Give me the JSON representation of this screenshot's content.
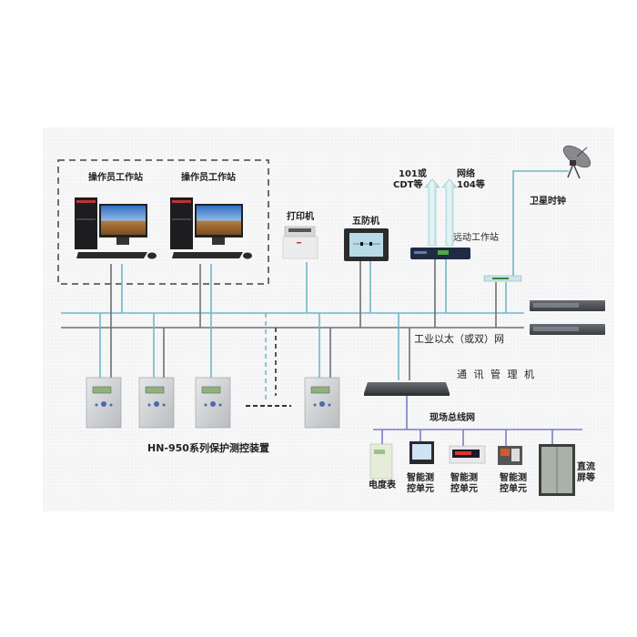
{
  "colors": {
    "ethernet_cyan": "#6fb8c6",
    "ethernet_gray": "#707070",
    "fieldbus_blue": "#7a7fc0",
    "background": "#f7f7f8"
  },
  "operator_group": {
    "stations": [
      {
        "label": "操作员工作站"
      },
      {
        "label": "操作员工作站"
      }
    ]
  },
  "printer": {
    "label": "打印机"
  },
  "five_prevention": {
    "label": "五防机"
  },
  "remote_station": {
    "label": "远动工作站",
    "uplinks": [
      {
        "label_line1": "101或",
        "label_line2": "CDT等"
      },
      {
        "label_line1": "网络",
        "label_line2": "104等"
      }
    ]
  },
  "satellite_clock": {
    "label": "卫星时钟"
  },
  "ethernet": {
    "label": "工业以太（或双）网"
  },
  "comm_manager": {
    "label": "通 讯 管 理 机"
  },
  "fieldbus": {
    "label": "现场总线网"
  },
  "protection_devices": {
    "label": "HN-950系列保护测控装置",
    "count_shown": 4
  },
  "field_devices": [
    {
      "line1": "电度表",
      "line2": ""
    },
    {
      "line1": "智能测",
      "line2": "控单元"
    },
    {
      "line1": "智能测",
      "line2": "控单元"
    },
    {
      "line1": "智能测",
      "line2": "控单元"
    },
    {
      "line1": "直流",
      "line2": "屏等"
    }
  ]
}
